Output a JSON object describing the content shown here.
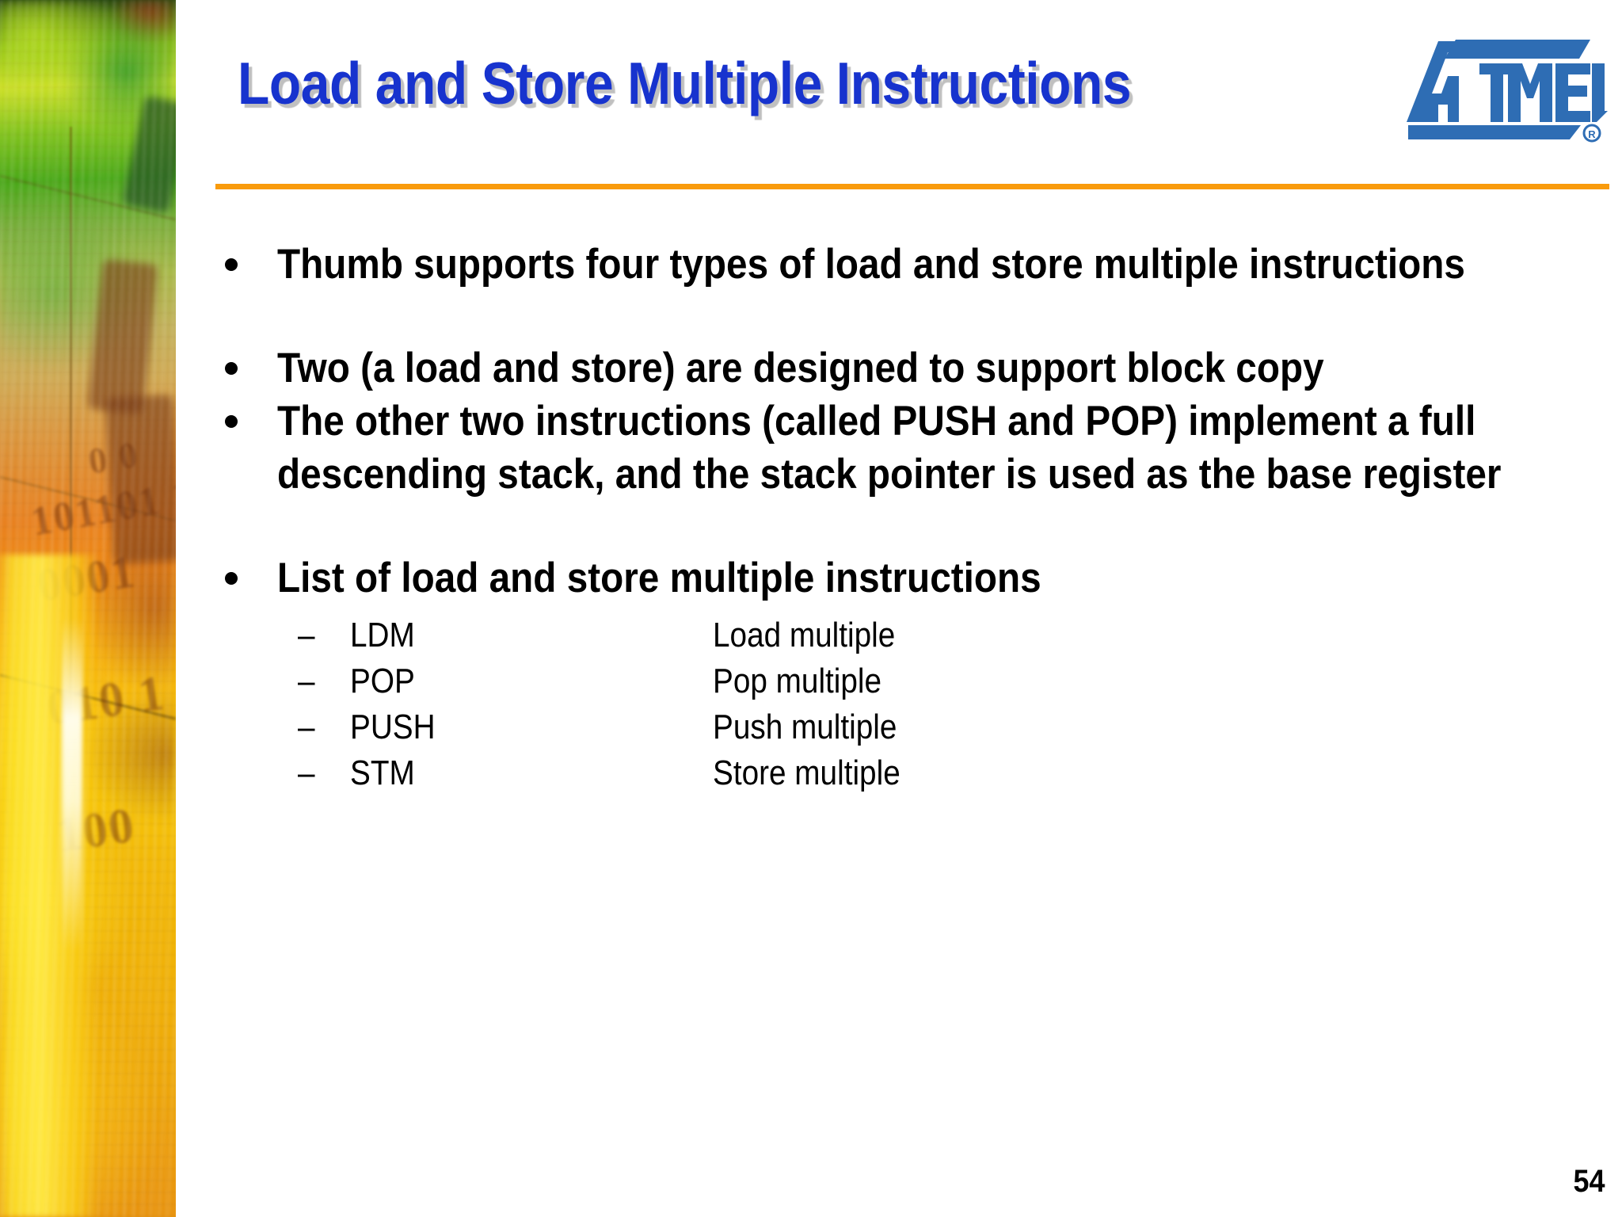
{
  "slide": {
    "title": "Load and Store Multiple Instructions",
    "page_number": "54",
    "accent_rule_color": "#F99B0C",
    "title_color": "#1733CE",
    "logo": {
      "name": "atmel-logo",
      "wordmark": "ATMEL",
      "trademark": "®",
      "color": "#2E6DB4"
    },
    "side_strip": {
      "name": "decorative-photo-strip",
      "binary_text": [
        "0 0",
        "101101 1001",
        "0001",
        "010 1",
        "100"
      ]
    }
  },
  "bullets": [
    {
      "text": "Thumb supports four types of load and store multiple instructions"
    },
    {
      "text": "Two (a load and store) are designed to support block copy"
    },
    {
      "text": "The other two instructions (called PUSH and POP) implement a full descending stack, and the stack pointer is used as the base register"
    },
    {
      "text": "List of load and store multiple instructions"
    }
  ],
  "instruction_list": {
    "dash": "–",
    "rows": [
      {
        "mnemonic": "LDM",
        "description": "Load multiple"
      },
      {
        "mnemonic": "POP",
        "description": "Pop multiple"
      },
      {
        "mnemonic": "PUSH",
        "description": "Push multiple"
      },
      {
        "mnemonic": "STM",
        "description": "Store multiple"
      }
    ]
  }
}
